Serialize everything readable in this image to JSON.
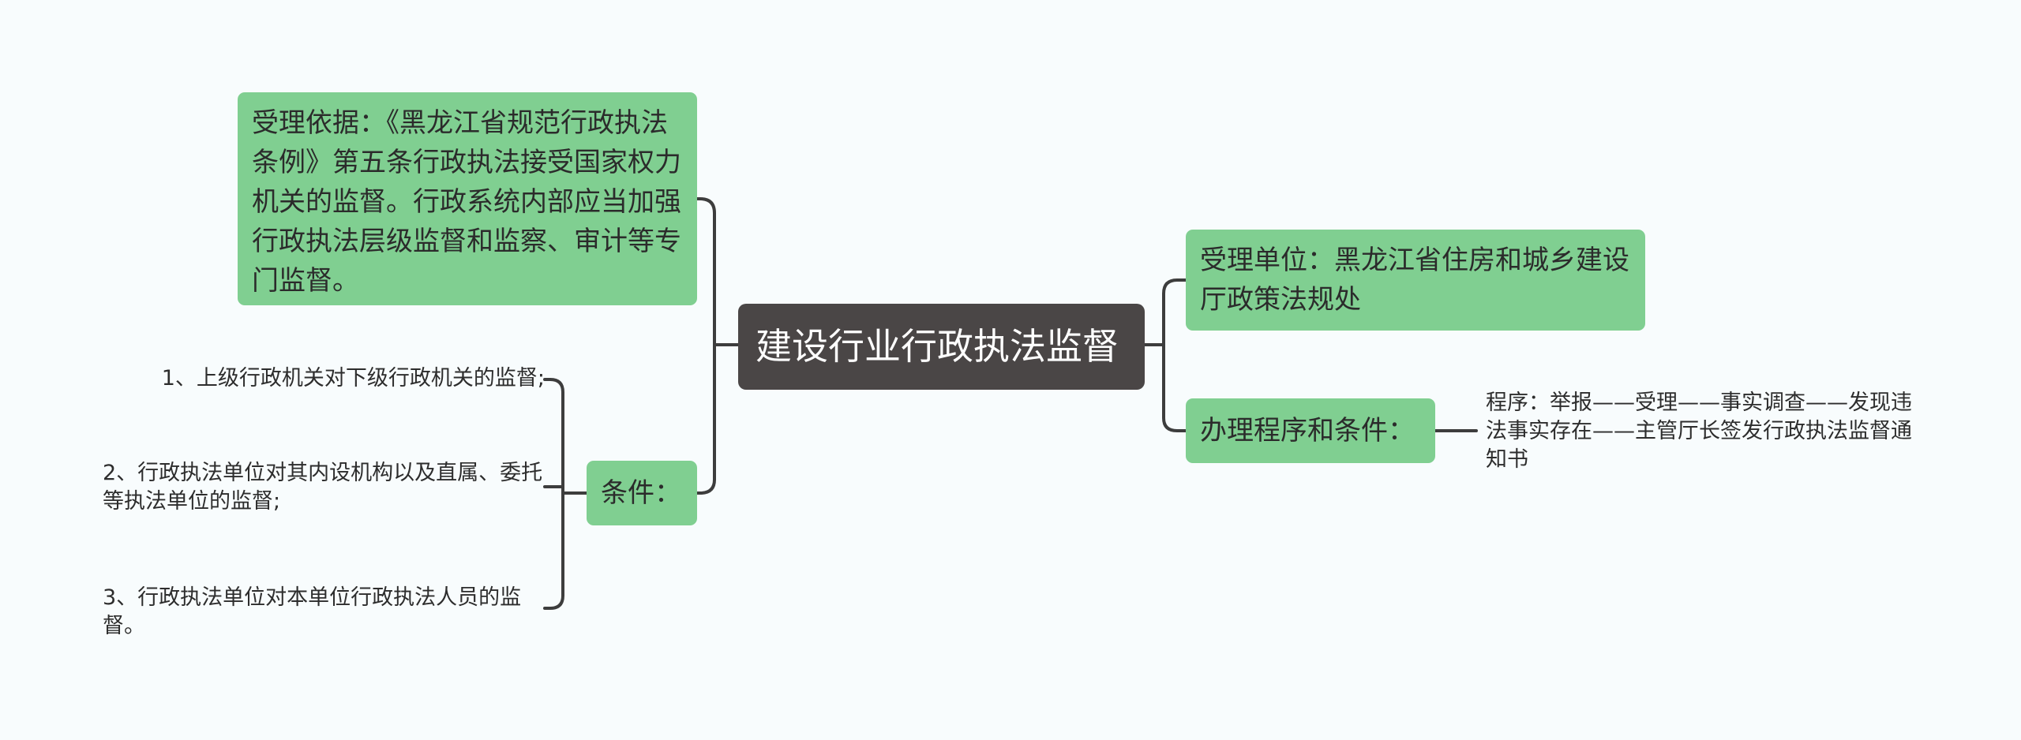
{
  "root": {
    "title": "建设行业行政执法监督"
  },
  "left": {
    "basis": "受理依据：《黑龙江省规范行政执法条例》第五条行政执法接受国家权力机关的监督。行政系统内部应当加强行政执法层级监督和监察、审计等专门监督。",
    "conditions": {
      "label": "条件：",
      "items": [
        "1、上级行政机关对下级行政机关的监督;",
        "2、行政执法单位对其内设机构以及直属、委托等执法单位的监督;",
        "3、行政执法单位对本单位行政执法人员的监督。"
      ]
    }
  },
  "right": {
    "unit": "受理单位：黑龙江省住房和城乡建设厅政策法规处",
    "procedure": {
      "label": "办理程序和条件：",
      "detail": "程序：举报——受理——事实调查——发现违法事实存在——主管厅长签发行政执法监督通知书"
    }
  },
  "colors": {
    "background": "#f8fcfd",
    "root_fill": "#4a4646",
    "topic_fill": "#80cf91",
    "connector": "#3d3d3d"
  }
}
